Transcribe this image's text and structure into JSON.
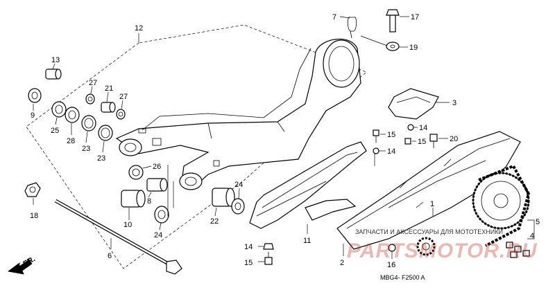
{
  "callouts": [
    {
      "text": "12"
    },
    {
      "text": "13"
    },
    {
      "text": "27"
    },
    {
      "text": "21"
    },
    {
      "text": "27"
    },
    {
      "text": "9"
    },
    {
      "text": "25"
    },
    {
      "text": "28"
    },
    {
      "text": "23"
    },
    {
      "text": "23"
    },
    {
      "text": "26"
    },
    {
      "text": "8"
    },
    {
      "text": "10"
    },
    {
      "text": "24"
    },
    {
      "text": "22"
    },
    {
      "text": "24"
    },
    {
      "text": "18"
    },
    {
      "text": "6"
    },
    {
      "text": "7"
    },
    {
      "text": "17"
    },
    {
      "text": "19"
    },
    {
      "text": "3"
    },
    {
      "text": "14"
    },
    {
      "text": "15"
    },
    {
      "text": "15"
    },
    {
      "text": "20"
    },
    {
      "text": "14"
    },
    {
      "text": "11"
    },
    {
      "text": "14"
    },
    {
      "text": "15"
    },
    {
      "text": "2"
    },
    {
      "text": "16"
    },
    {
      "text": "1"
    },
    {
      "text": "5"
    },
    {
      "text": "4"
    }
  ],
  "fr_label": "FR.",
  "code_label": "MBG4- F2500 A",
  "watermark_top": "ЗАПЧАСТИ И АКСЕССУАРЫ ДЛЯ МОТОТЕХНИКИ",
  "watermark_big": "PARTSMOTOR.RU"
}
